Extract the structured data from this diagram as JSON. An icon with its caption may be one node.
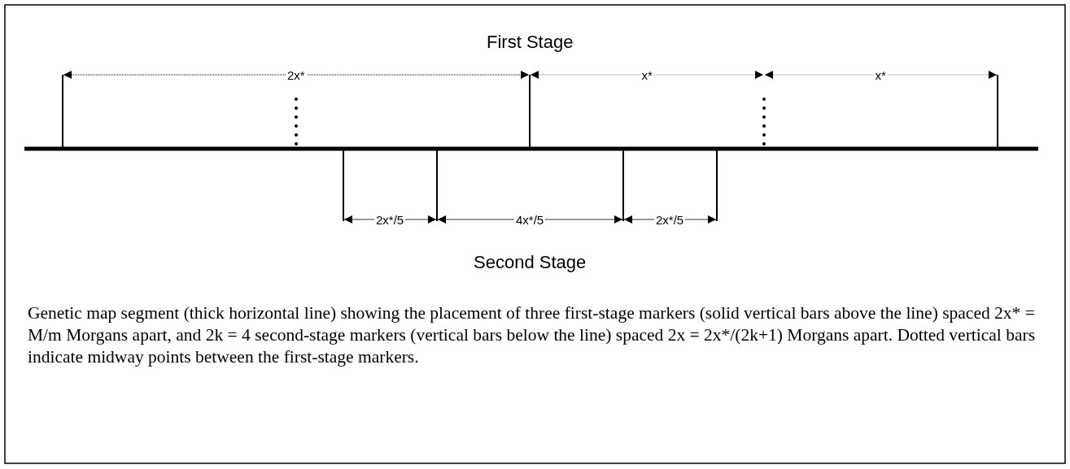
{
  "diagram": {
    "caption": "Genetic map segment (thick horizontal line) showing the placement of three first-stage markers (solid vertical bars above the line) spaced 2x* = M/m Morgans apart, and 2k = 4 second-stage markers (vertical bars below the line) spaced 2x = 2x*/(2k+1) Morgans apart.  Dotted vertical bars indicate midway points between the first-stage markers.",
    "labels": [
      "First Stage",
      "2x*",
      "x*",
      "x*",
      "2x*/5",
      "4x*/5",
      "2x*/5",
      "Second Stage"
    ]
  }
}
